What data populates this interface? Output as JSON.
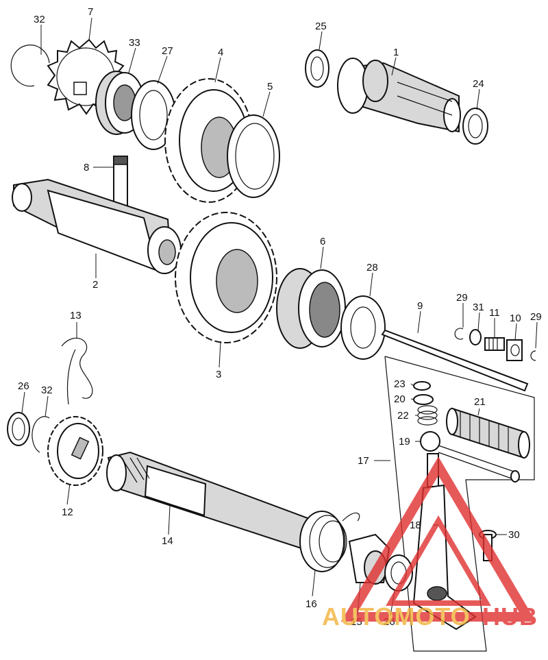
{
  "labels": {
    "l1": "1",
    "l2": "2",
    "l3": "3",
    "l4": "4",
    "l5": "5",
    "l6": "6",
    "l7": "7",
    "l8": "8",
    "l9": "9",
    "l10": "10",
    "l11": "11",
    "l12": "12",
    "l13": "13",
    "l14": "14",
    "l15": "15",
    "l16": "16",
    "l17": "17",
    "l18": "18",
    "l19": "19",
    "l20": "20",
    "l21": "21",
    "l22": "22",
    "l23": "23",
    "l24": "24",
    "l25": "25",
    "l26a": "26",
    "l26b": "26",
    "l27": "27",
    "l28": "28",
    "l29a": "29",
    "l29b": "29",
    "l30": "30",
    "l31": "31",
    "l32a": "32",
    "l32b": "32",
    "l33": "33"
  },
  "watermark": {
    "part1": "AUTOMOTO",
    "part2": "HUB",
    "color_orange": "#f2b23a",
    "color_red": "#e03030"
  }
}
